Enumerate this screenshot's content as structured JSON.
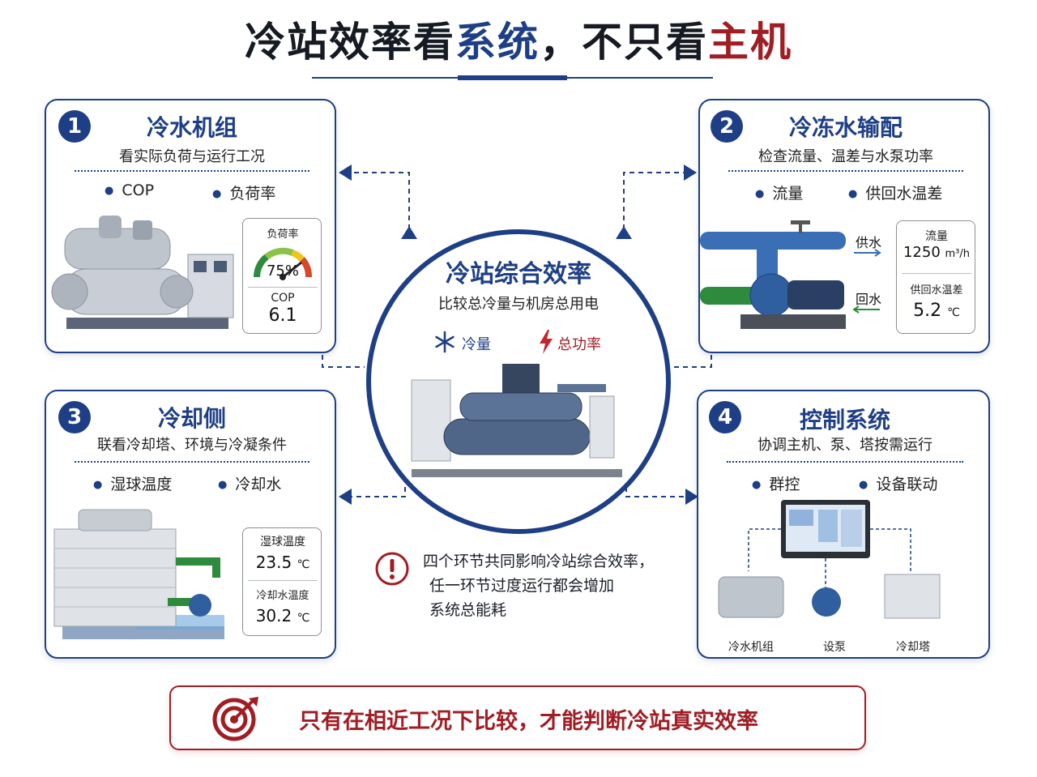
{
  "title": {
    "part1": "冷站效率看",
    "part2": "系统",
    "part3": "，不只看",
    "part4": "主机"
  },
  "colors": {
    "navy": "#1e3f86",
    "red": "#a11d24",
    "green": "#2e8b3d",
    "pipe_blue": "#3a6fb5"
  },
  "center": {
    "title": "冷站综合效率",
    "subtitle": "比较总冷量与机房总用电",
    "legend_cold": "冷量",
    "legend_power": "总功率",
    "icons": [
      "snowflake-icon",
      "lightning-icon"
    ]
  },
  "cards": {
    "chiller": {
      "number": "1",
      "title": "冷水机组",
      "subtitle": "看实际负荷与运行工况",
      "bullets": [
        "COP",
        "负荷率"
      ],
      "gauge_label": "负荷率",
      "gauge_value": "75%",
      "gauge_fraction": 0.75,
      "cop_label": "COP",
      "cop_value": "6.1"
    },
    "chilled_water": {
      "number": "2",
      "title": "冷冻水输配",
      "subtitle": "检查流量、温差与水泵功率",
      "bullets": [
        "流量",
        "供回水温差"
      ],
      "supply_label": "供水",
      "return_label": "回水",
      "flow_label": "流量",
      "flow_value": "1250",
      "flow_unit": "m³/h",
      "dt_label": "供回水温差",
      "dt_value": "5.2",
      "dt_unit": "℃"
    },
    "cooling": {
      "number": "3",
      "title": "冷却侧",
      "subtitle": "联看冷却塔、环境与冷凝条件",
      "bullets": [
        "湿球温度",
        "冷却水"
      ],
      "wb_label": "湿球温度",
      "wb_value": "23.5",
      "wb_unit": "℃",
      "cw_label": "冷却水温度",
      "cw_value": "30.2",
      "cw_unit": "℃"
    },
    "control": {
      "number": "4",
      "title": "控制系统",
      "subtitle": "协调主机、泵、塔按需运行",
      "bullets": [
        "群控",
        "设备联动"
      ],
      "equipment": [
        "冷水机组",
        "设泵",
        "冷却塔"
      ]
    }
  },
  "note": {
    "lines": [
      "四个环节共同影响冷站综合效率，",
      "任一环节过度运行都会增加",
      "系统总能耗"
    ]
  },
  "bottom": {
    "text": "只有在相近工况下比较，才能判断冷站真实效率"
  }
}
